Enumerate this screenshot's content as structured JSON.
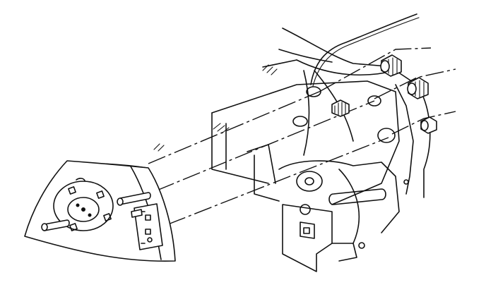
{
  "diagram": {
    "subject": "tail-lamp-assembly-exploded-view",
    "colors": {
      "ink": "#111111",
      "background": "#ffffff"
    },
    "parts": [
      {
        "name": "lamp-lens-housing",
        "icon": "tail-lamp-icon"
      },
      {
        "name": "lamp-mounting-studs",
        "count": 3
      },
      {
        "name": "retaining-nuts",
        "count": 4
      },
      {
        "name": "quarter-panel-body-structure"
      },
      {
        "name": "wiring-harness"
      }
    ],
    "alignment_lines": 4
  }
}
